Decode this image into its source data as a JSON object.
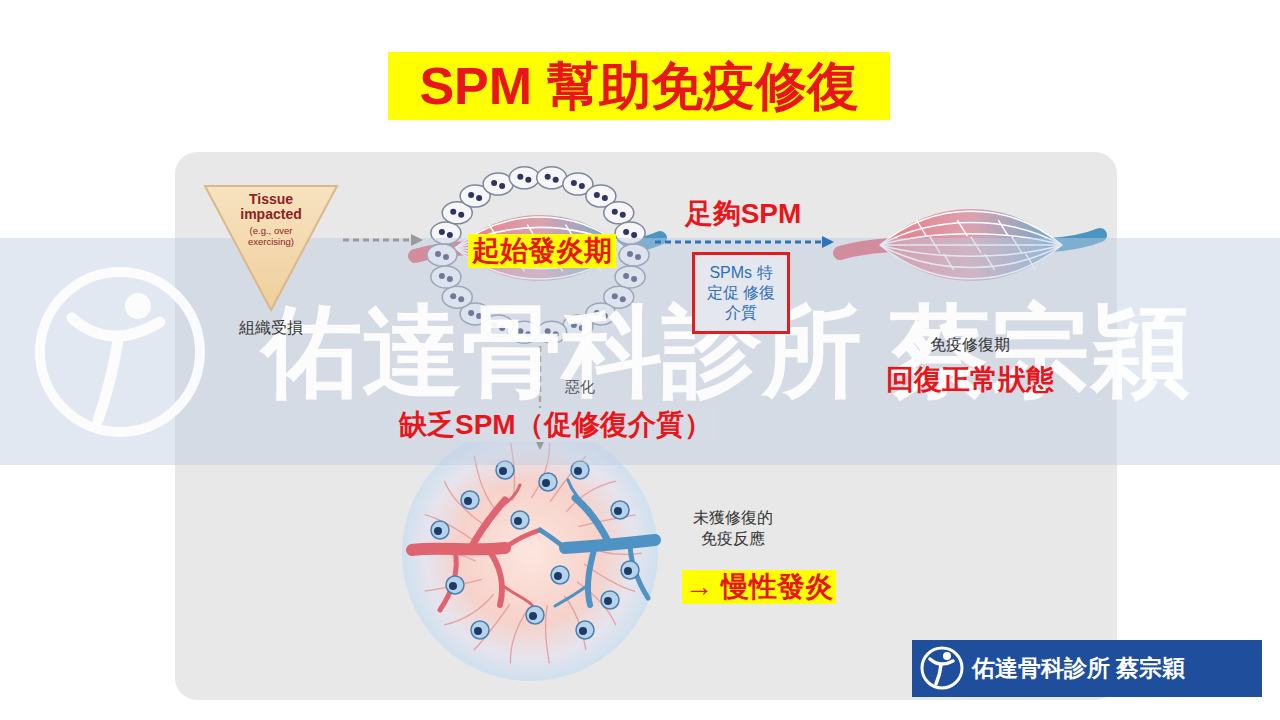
{
  "diagram": {
    "title": "SPM 幫助免疫修復",
    "nodes": [
      {
        "text": [
          "Tissue impacted",
          "(e.g., over exercising)",
          "組織受損"
        ]
      },
      {
        "text": [
          "起始發炎期"
        ]
      },
      {
        "text": [
          "SPMs 特定促 修復介質"
        ]
      },
      {
        "text": [
          "免疫修復期",
          "回復正常狀態"
        ]
      },
      {
        "text": [
          "未獲修復的 免疫反應",
          "→ 慢性發炎"
        ]
      },
      {
        "text": [
          "佑達骨科診所 蔡宗穎"
        ]
      }
    ],
    "edges": [
      {
        "from": 0,
        "to": 1,
        "arrow": "to"
      },
      {
        "from": 1,
        "to": 3,
        "label": "足夠SPM",
        "arrow": "to"
      },
      {
        "from": 1,
        "to": 4,
        "label": "惡化",
        "arrow": "to"
      }
    ],
    "labels": [
      "缺乏SPM（促修復介質）",
      "佑達骨科診所 蔡宗穎"
    ]
  }
}
